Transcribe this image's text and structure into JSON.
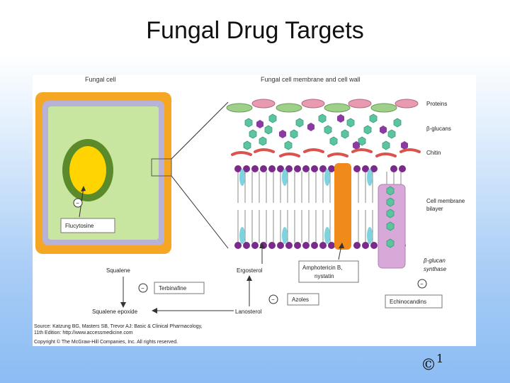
{
  "slide": {
    "title": "Fungal Drug Targets",
    "page_symbol": "©",
    "page_number": "1"
  },
  "figure": {
    "panel_left_title": "Fungal cell",
    "panel_right_title": "Fungal cell membrane and cell wall",
    "legend": {
      "proteins": "Proteins",
      "glucans": "β-glucans",
      "chitin": "Chitin",
      "membrane_line1": "Cell membrane",
      "membrane_line2": "bilayer",
      "synthase_line1": "β-glucan",
      "synthase_line2": "synthase"
    },
    "drugs": {
      "flucytosine": "Flucytosine",
      "terbinafine": "Terbinafine",
      "azoles": "Azoles",
      "amphotericin_line1": "Amphotericin B,",
      "amphotericin_line2": "nystatin",
      "echinocandins": "Echinocandins"
    },
    "pathway": {
      "squalene": "Squalene",
      "squalene_epoxide": "Squalene epoxide",
      "lanosterol": "Lanosterol",
      "ergosterol": "Ergosterol"
    },
    "inhibit_symbol": "−",
    "source_line1": "Source: Katzung BG, Masters SB, Trevor AJ: Basic & Clinical Pharmacology,",
    "source_line2": "11th Edition: http://www.accessmedicine.com",
    "copyright": "Copyright © The McGraw-Hill Companies, Inc. All rights reserved."
  },
  "colors": {
    "cell_wall_orange": "#f5a623",
    "membrane_lavender": "#b8b3d6",
    "cytoplasm_green": "#c8e6a0",
    "nucleus_ring": "#5a8a2a",
    "nucleus_fill": "#ffd400",
    "protein_green": "#9ed08a",
    "protein_pink": "#e89ab0",
    "glucan_teal": "#5cc5a0",
    "chitin_red": "#d9534f",
    "lipid_head_purple": "#7a2a8a",
    "ergosterol_cyan": "#7fd3df",
    "channel_orange": "#f08a1a",
    "synthase_pink": "#d8a8d8"
  }
}
